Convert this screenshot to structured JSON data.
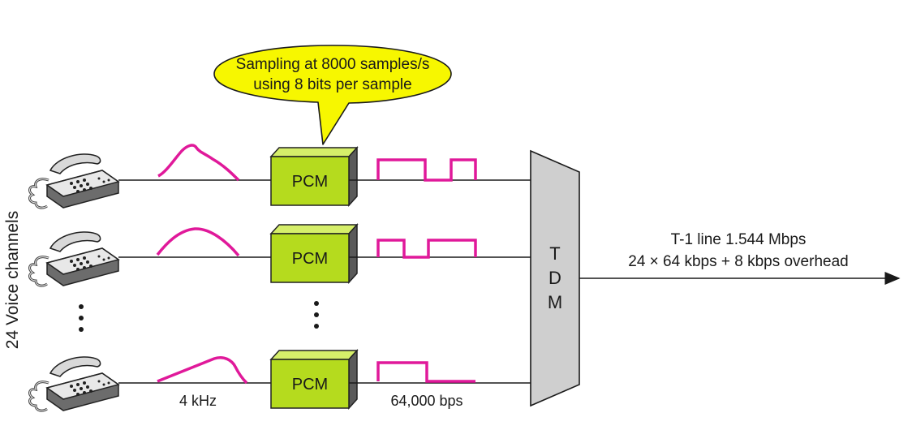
{
  "callout": {
    "line1": "Sampling at 8000 samples/s",
    "line2": "using 8 bits per sample"
  },
  "side_label": "24 Voice channels",
  "pcm_label": "PCM",
  "tdm_letters": [
    "T",
    "D",
    "M"
  ],
  "output": {
    "line1": "T-1 line 1.544 Mbps",
    "line2": "24 × 64 kbps + 8 kbps overhead"
  },
  "analog_label": "4 kHz",
  "digital_label": "64,000 bps",
  "channels_shown": 3,
  "colors": {
    "signal": "#e0199a",
    "pcm_front": "#b5db1e",
    "pcm_top": "#d6ef6a",
    "pcm_side": "#7c9a10",
    "tdm": "#cfcfcf",
    "callout": "#f7f700",
    "line": "#1a1a1a"
  },
  "icons": [
    "telephone-icon",
    "ellipsis-icon"
  ]
}
